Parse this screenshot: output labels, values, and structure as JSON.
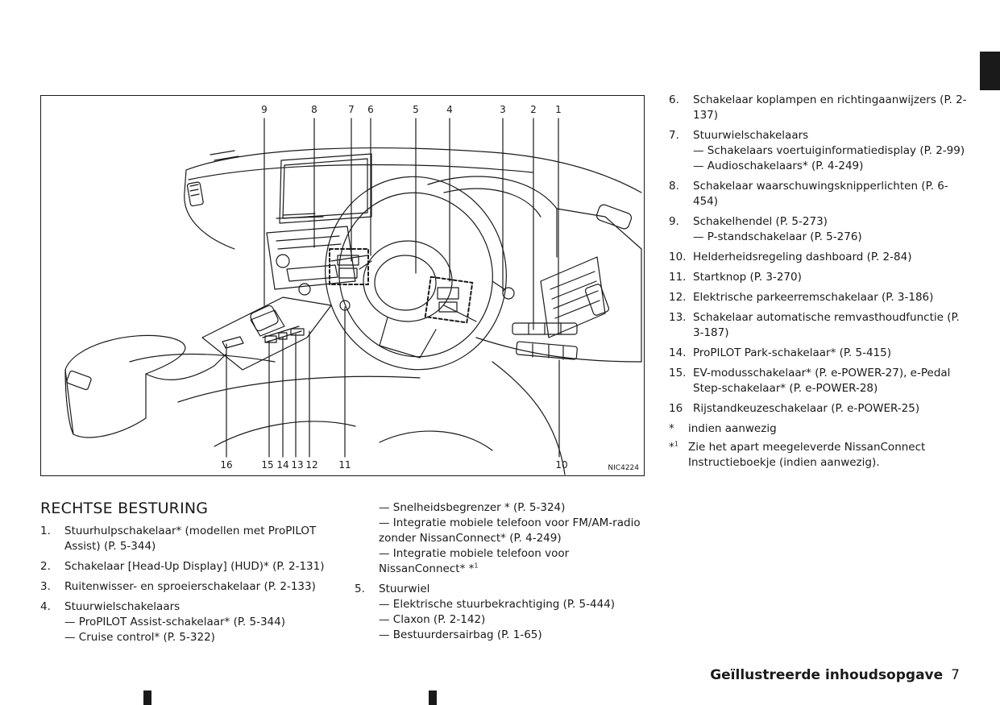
{
  "figure": {
    "code": "NIC4224",
    "callouts_top": [
      "9",
      "8",
      "7",
      "6",
      "5",
      "4",
      "3",
      "2",
      "1"
    ],
    "callouts_bottom": [
      "16",
      "15",
      "14",
      "13",
      "12",
      "11",
      "10"
    ]
  },
  "section": {
    "title": "RECHTSE BESTURING"
  },
  "left_items": [
    {
      "num": "1.",
      "lines": [
        "Stuurhulpschakelaar* (modellen met ProPILOT Assist) (P. 5-344)"
      ]
    },
    {
      "num": "2.",
      "lines": [
        "Schakelaar [Head-Up Display] (HUD)* (P. 2-131)"
      ]
    },
    {
      "num": "3.",
      "lines": [
        "Ruitenwisser- en sproeierschakelaar (P. 2-133)"
      ]
    },
    {
      "num": "4.",
      "lines": [
        "Stuurwielschakelaars",
        "— ProPILOT Assist-schakelaar* (P. 5-344)",
        "— Cruise control* (P. 5-322)"
      ]
    }
  ],
  "mid_continuation": [
    "— Snelheidsbegrenzer * (P. 5-324)",
    "— Integratie mobiele telefoon voor FM/AM-radio zonder NissanConnect* (P. 4-249)",
    "— Integratie mobiele telefoon voor NissanConnect* *"
  ],
  "mid_sup": "1",
  "mid_items": [
    {
      "num": "5.",
      "lines": [
        "Stuurwiel",
        "— Elektrische stuurbekrachtiging (P. 5-444)",
        "— Claxon (P. 2-142)",
        "— Bestuurdersairbag (P. 1-65)"
      ]
    }
  ],
  "right_items": [
    {
      "num": "6.",
      "lines": [
        "Schakelaar koplampen en richtingaanwijzers (P. 2-137)"
      ]
    },
    {
      "num": "7.",
      "lines": [
        "Stuurwielschakelaars",
        "— Schakelaars voertuiginformatiedisplay (P. 2-99)",
        "— Audioschakelaars* (P. 4-249)"
      ]
    },
    {
      "num": "8.",
      "lines": [
        "Schakelaar waarschuwingsknipperlichten (P. 6-454)"
      ]
    },
    {
      "num": "9.",
      "lines": [
        "Schakelhendel (P. 5-273)",
        "— P-standschakelaar (P. 5-276)"
      ]
    },
    {
      "num": "10.",
      "lines": [
        "Helderheidsregeling dashboard (P. 2-84)"
      ]
    },
    {
      "num": "11.",
      "lines": [
        "Startknop (P. 3-270)"
      ]
    },
    {
      "num": "12.",
      "lines": [
        "Elektrische parkeerremschakelaar (P. 3-186)"
      ]
    },
    {
      "num": "13.",
      "lines": [
        "Schakelaar automatische remvasthoudfunctie (P. 3-187)"
      ]
    },
    {
      "num": "14.",
      "lines": [
        "ProPILOT Park-schakelaar* (P. 5-415)"
      ]
    },
    {
      "num": "15.",
      "lines": [
        "EV-modusschakelaar* (P. e-POWER-27), e-Pedal Step-schakelaar* (P. e-POWER-28)"
      ]
    },
    {
      "num": "16",
      "lines": [
        "Rijstandkeuzeschakelaar (P. e-POWER-25)"
      ]
    }
  ],
  "notes": [
    {
      "mark": "*",
      "sup": "",
      "text": "indien aanwezig"
    },
    {
      "mark": "*",
      "sup": "1",
      "text": "Zie het apart meegeleverde NissanConnect Instructieboekje (indien aanwezig)."
    }
  ],
  "footer": {
    "title": "Geïllustreerde inhoudsopgave",
    "page": "7"
  }
}
